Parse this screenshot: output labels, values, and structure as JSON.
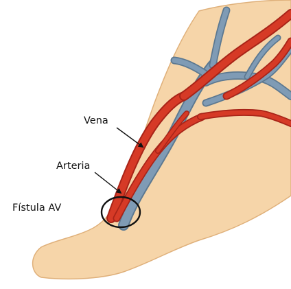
{
  "labels": {
    "vena": "Vena",
    "arteria": "Arteria",
    "fistula": "Fístula AV"
  },
  "colors": {
    "skin": "#f6d5a9",
    "skin_outline": "#dfb07a",
    "vein": "#7f9bb5",
    "vein_outline": "#5c7890",
    "artery": "#d63a26",
    "artery_outline": "#a82418",
    "ink": "#111111"
  },
  "icons": {
    "arrow": "arrow-icon",
    "circle": "fistula-circle-icon"
  }
}
